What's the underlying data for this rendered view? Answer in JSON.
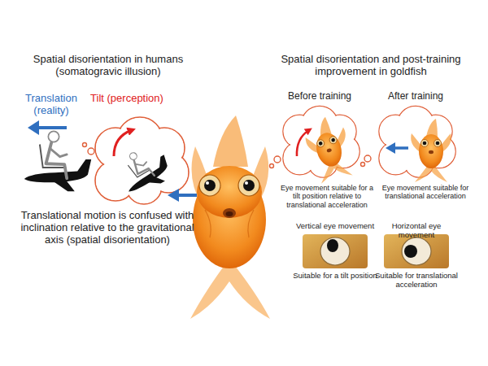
{
  "diagram": {
    "labels": [
      "Spatial disorientation in humans (somatogravic illusion)",
      "Translation (reality)",
      "Tilt (perception)",
      "Translational motion is confused with inclination relative to the gravitational axis (spatial disorientation)",
      "Spatial disorientation and post-training improvement in goldfish",
      "Before training",
      "After training",
      "Eye movement suitable for a tilt position relative to translational acceleration",
      "Eye movement suitable for translational acceleration",
      "Vertical eye movement",
      "Horizontal eye movement",
      "Suitable for a tilt position",
      "Suitable for translational acceleration"
    ]
  }
}
